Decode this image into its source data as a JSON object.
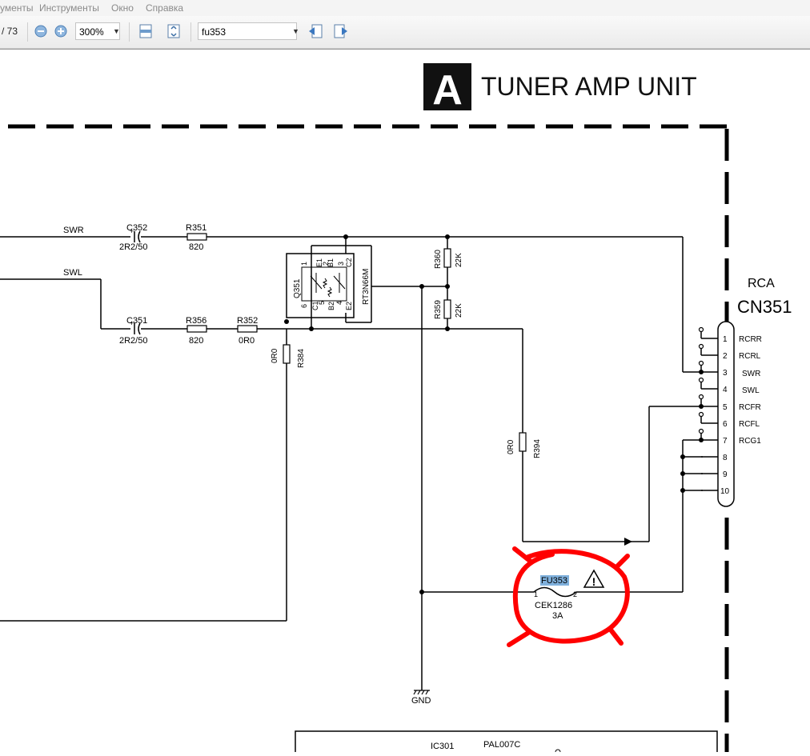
{
  "menu": {
    "items": [
      "ументы",
      "Инструменты",
      "Окно",
      "Справка"
    ]
  },
  "toolbar": {
    "page_total": "/ 73",
    "zoom_value": "300%",
    "search_value": "fu353"
  },
  "schematic": {
    "header_letter": "A",
    "header_title": "TUNER AMP UNIT",
    "connector_type": "RCA",
    "connector_ref": "CN351",
    "pins": [
      {
        "num": "1",
        "label": "RCRR"
      },
      {
        "num": "2",
        "label": "RCRL"
      },
      {
        "num": "3",
        "label": "SWR"
      },
      {
        "num": "4",
        "label": "SWL"
      },
      {
        "num": "5",
        "label": "RCFR"
      },
      {
        "num": "6",
        "label": "RCFL"
      },
      {
        "num": "7",
        "label": "RCG1"
      },
      {
        "num": "8",
        "label": ""
      },
      {
        "num": "9",
        "label": ""
      },
      {
        "num": "10",
        "label": ""
      }
    ],
    "nets": {
      "swr": "SWR",
      "swl": "SWL",
      "gnd": "GND"
    },
    "components": {
      "c352_ref": "C352",
      "c352_val": "2R2/50",
      "c351_ref": "C351",
      "c351_val": "2R2/50",
      "r351_ref": "R351",
      "r351_val": "820",
      "r356_ref": "R356",
      "r356_val": "820",
      "r352_ref": "R352",
      "r352_val": "0R0",
      "r384_ref": "R384",
      "r384_val": "0R0",
      "r360_ref": "R360",
      "r360_val": "22K",
      "r359_ref": "R359",
      "r359_val": "22K",
      "r394_ref": "R394",
      "r394_val": "0R0",
      "q351_ref": "Q351",
      "q351_part": "RT3N66M",
      "q351_pins": [
        "1",
        "E1",
        "B1",
        "C2",
        "6",
        "C1",
        "5",
        "B2",
        "4",
        "E2",
        "2",
        "3"
      ],
      "fu353_ref": "FU353",
      "fu353_part": "CEK1286",
      "fu353_rating": "3A",
      "fu353_pin1": "1",
      "fu353_pin2": "2",
      "ic301_ref": "IC301",
      "ic301_part": "PAL007C"
    }
  },
  "colors": {
    "highlight": "#7fb0dc",
    "annotation": "#ff0000"
  }
}
